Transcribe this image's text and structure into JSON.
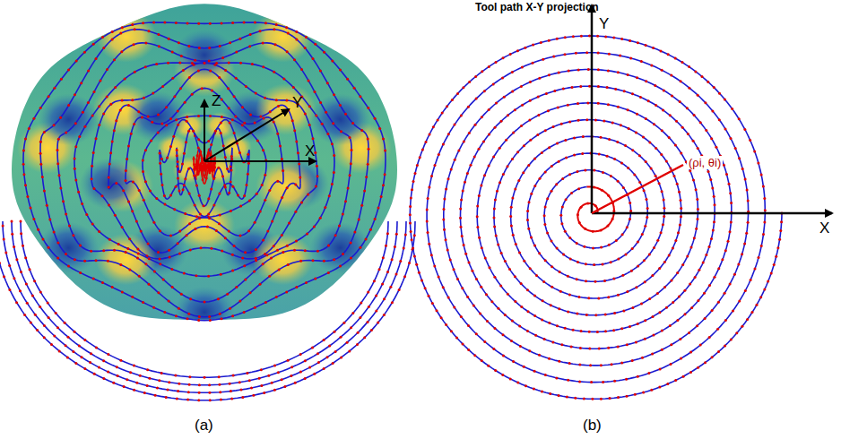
{
  "diagram": {
    "labels": [
      "Z",
      "Y",
      "X",
      "Tool path X-Y projection",
      "Y",
      "X",
      "(ρi, θi)",
      "(a)",
      "(b)"
    ]
  }
}
